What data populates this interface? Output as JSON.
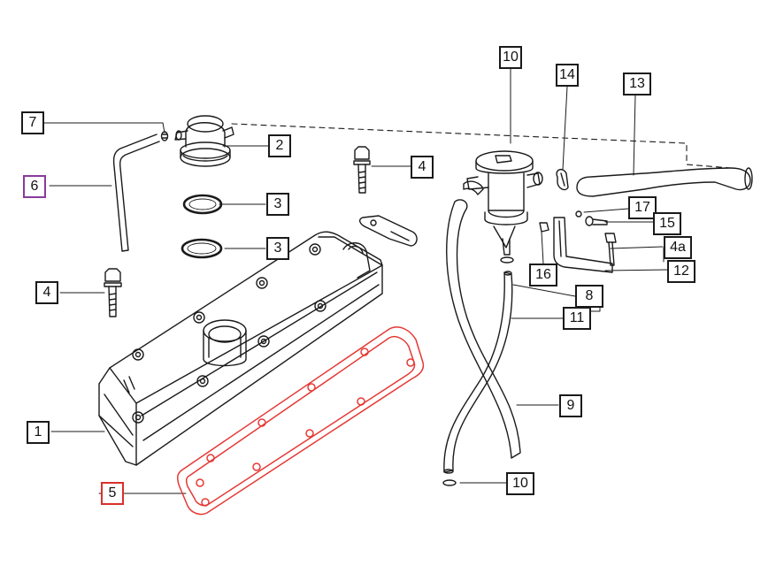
{
  "diagram": {
    "accent_colors": {
      "ink": "#1a1a1a",
      "gasket": "#e53935",
      "label_red": "#d9302c",
      "label_purple": "#8a3a9c"
    },
    "callouts": [
      {
        "id": "c1",
        "label": "1"
      },
      {
        "id": "c2",
        "label": "2"
      },
      {
        "id": "c3a",
        "label": "3"
      },
      {
        "id": "c3b",
        "label": "3"
      },
      {
        "id": "c4a",
        "label": "4"
      },
      {
        "id": "c4b",
        "label": "4"
      },
      {
        "id": "c4c",
        "label": "4a"
      },
      {
        "id": "c5",
        "label": "5"
      },
      {
        "id": "c6",
        "label": "6"
      },
      {
        "id": "c7",
        "label": "7"
      },
      {
        "id": "c8",
        "label": "8"
      },
      {
        "id": "c9",
        "label": "9"
      },
      {
        "id": "c10a",
        "label": "10"
      },
      {
        "id": "c10b",
        "label": "10"
      },
      {
        "id": "c11",
        "label": "11"
      },
      {
        "id": "c12",
        "label": "12"
      },
      {
        "id": "c13",
        "label": "13"
      },
      {
        "id": "c14",
        "label": "14"
      },
      {
        "id": "c15",
        "label": "15"
      },
      {
        "id": "c16",
        "label": "16"
      },
      {
        "id": "c17",
        "label": "17"
      }
    ]
  }
}
